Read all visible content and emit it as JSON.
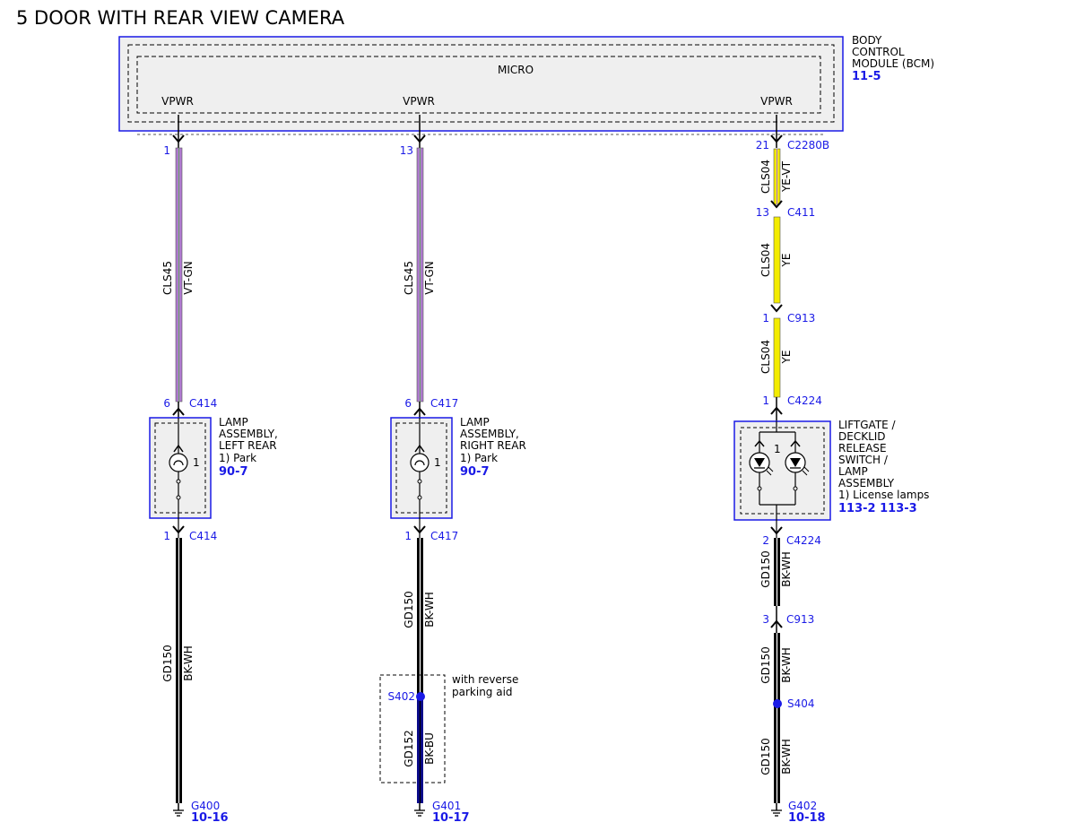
{
  "title": "5 DOOR WITH REAR VIEW CAMERA",
  "bcm": {
    "label_lines": [
      "BODY",
      "CONTROL",
      "MODULE (BCM)"
    ],
    "ref": "11-5",
    "micro": "MICRO",
    "vpwr_left": "VPWR",
    "vpwr_mid": "VPWR",
    "vpwr_right": "VPWR"
  },
  "left": {
    "pin_top": "1",
    "circuit_top": "CLS45",
    "color_top": "VT-GN",
    "pin_in": "6",
    "conn_in": "C414",
    "lamp_lines": [
      "LAMP",
      "ASSEMBLY,",
      "LEFT REAR",
      "1) Park"
    ],
    "lamp_ref": "90-7",
    "lamp_num": "1",
    "pin_out": "1",
    "conn_out": "C414",
    "circuit_bot": "GD150",
    "color_bot": "BK-WH",
    "ground": "G400",
    "ground_ref": "10-16"
  },
  "middle": {
    "pin_top": "13",
    "circuit_top": "CLS45",
    "color_top": "VT-GN",
    "pin_in": "6",
    "conn_in": "C417",
    "lamp_lines": [
      "LAMP",
      "ASSEMBLY,",
      "RIGHT REAR",
      "1) Park"
    ],
    "lamp_ref": "90-7",
    "lamp_num": "1",
    "pin_out": "1",
    "conn_out": "C417",
    "circuit_mid": "GD150",
    "color_mid": "BK-WH",
    "splice": "S402",
    "option_lines": [
      "with reverse",
      "parking aid"
    ],
    "circuit_bot": "GD152",
    "color_bot": "BK-BU",
    "ground": "G401",
    "ground_ref": "10-17"
  },
  "right": {
    "pin_top": "21",
    "conn_top": "C2280B",
    "circuit_1": "CLS04",
    "color_1": "YE-VT",
    "pin_2": "13",
    "conn_2": "C411",
    "circuit_2": "CLS04",
    "color_2": "YE",
    "pin_3": "1",
    "conn_3": "C913",
    "circuit_3": "CLS04",
    "color_3": "YE",
    "pin_in": "1",
    "conn_in": "C4224",
    "switch_lines": [
      "LIFTGATE /",
      "DECKLID",
      "RELEASE",
      "SWITCH /",
      "LAMP",
      "ASSEMBLY",
      "1) License lamps"
    ],
    "switch_refs": "113-2 113-3",
    "switch_num": "1",
    "pin_out": "2",
    "conn_out": "C4224",
    "circuit_4": "GD150",
    "color_4": "BK-WH",
    "pin_5": "3",
    "conn_5": "C913",
    "circuit_5": "GD150",
    "color_5": "BK-WH",
    "splice": "S404",
    "circuit_6": "GD150",
    "color_6": "BK-WH",
    "ground": "G402",
    "ground_ref": "10-18"
  },
  "colors": {
    "blue": "#1a1ae6",
    "violet": "#b07ad0",
    "green": "#6fa070",
    "yellow": "#f3ec00",
    "black": "#000000",
    "darkblue": "#0a0a8a",
    "boxfill": "#efefef"
  }
}
